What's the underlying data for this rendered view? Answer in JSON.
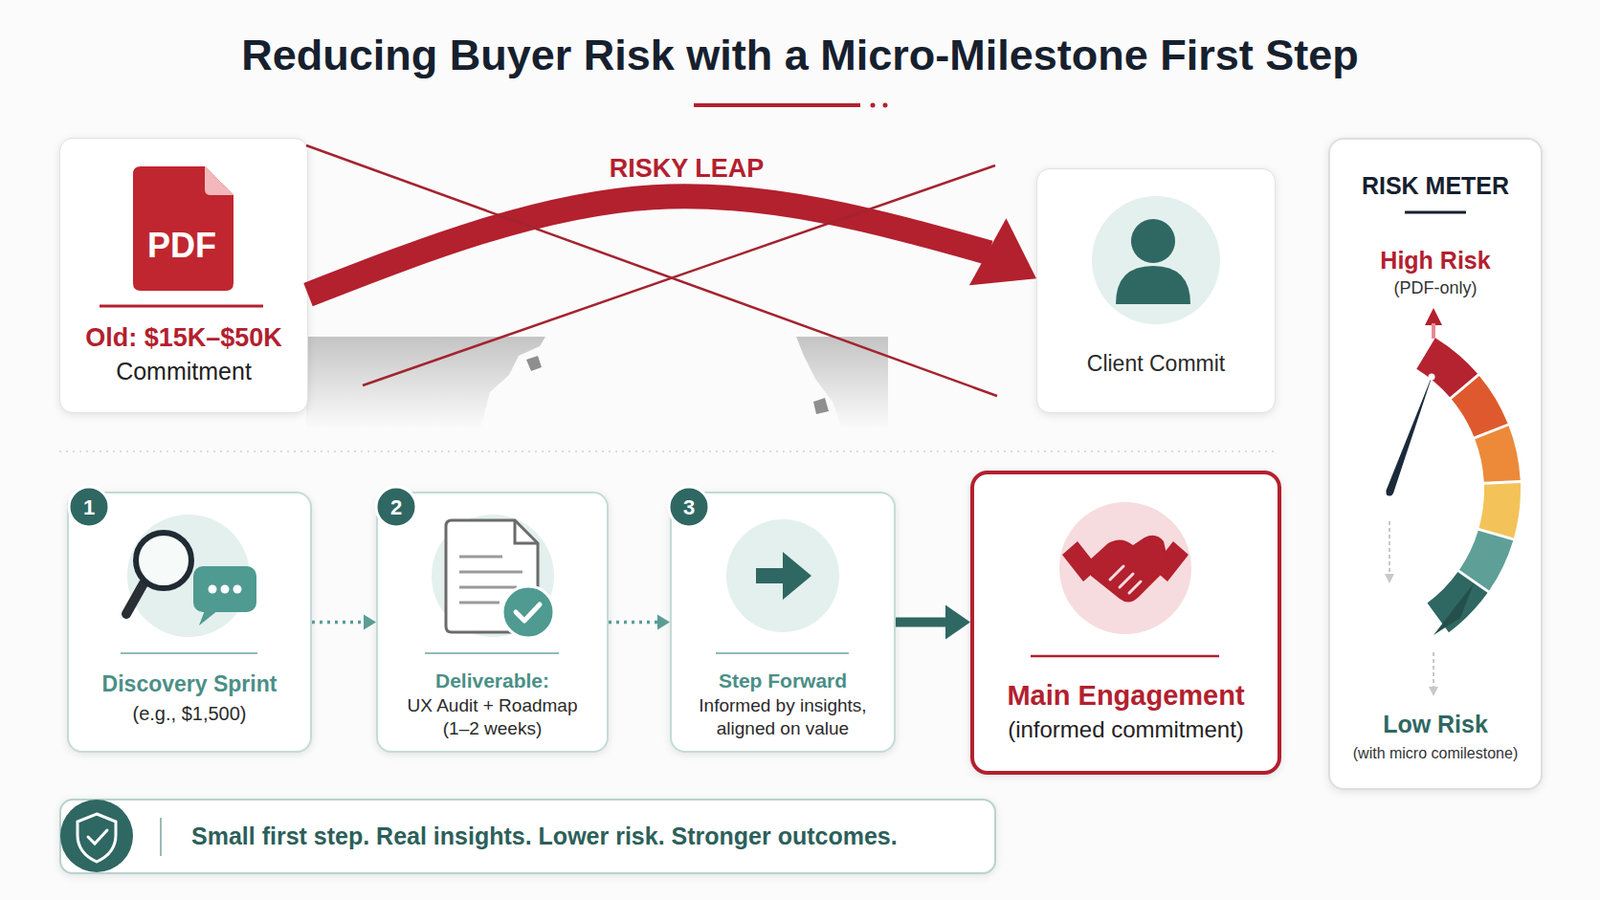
{
  "diagram": {
    "title": "Reducing Buyer Risk with a Micro-Milestone First Step",
    "nodes": [
      {
        "text": [
          "Old: $15K–$50K",
          "Commitment"
        ]
      },
      {
        "text": [
          "Client Commit"
        ]
      },
      {
        "text": [
          "RISK METER",
          "High Risk",
          "(PDF-only)",
          "Low Risk",
          "(with micro comilestone)"
        ]
      },
      {
        "text": [
          "Discovery Sprint",
          "(e.g., $1,500)"
        ]
      },
      {
        "text": [
          "Deliverable:",
          "UX Audit + Roadmap (1–2 weeks)"
        ]
      },
      {
        "text": [
          "Step Forward",
          "Informed by insights, aligned on value"
        ]
      },
      {
        "text": [
          "Main Engagement",
          "(informed commitment)"
        ]
      },
      {
        "text": [
          "Small first step. Real insights. Lower risk. Stronger outcomes."
        ]
      }
    ],
    "edges": [
      {
        "from": 0,
        "to": 1,
        "label": "RISKY LEAP",
        "arrow": "to"
      },
      {
        "from": 3,
        "to": 4,
        "arrow": "to"
      },
      {
        "from": 4,
        "to": 5,
        "arrow": "to"
      },
      {
        "from": 5,
        "to": 6,
        "arrow": "to"
      }
    ],
    "labels": [
      "PDF",
      "1",
      "2",
      "3"
    ]
  }
}
